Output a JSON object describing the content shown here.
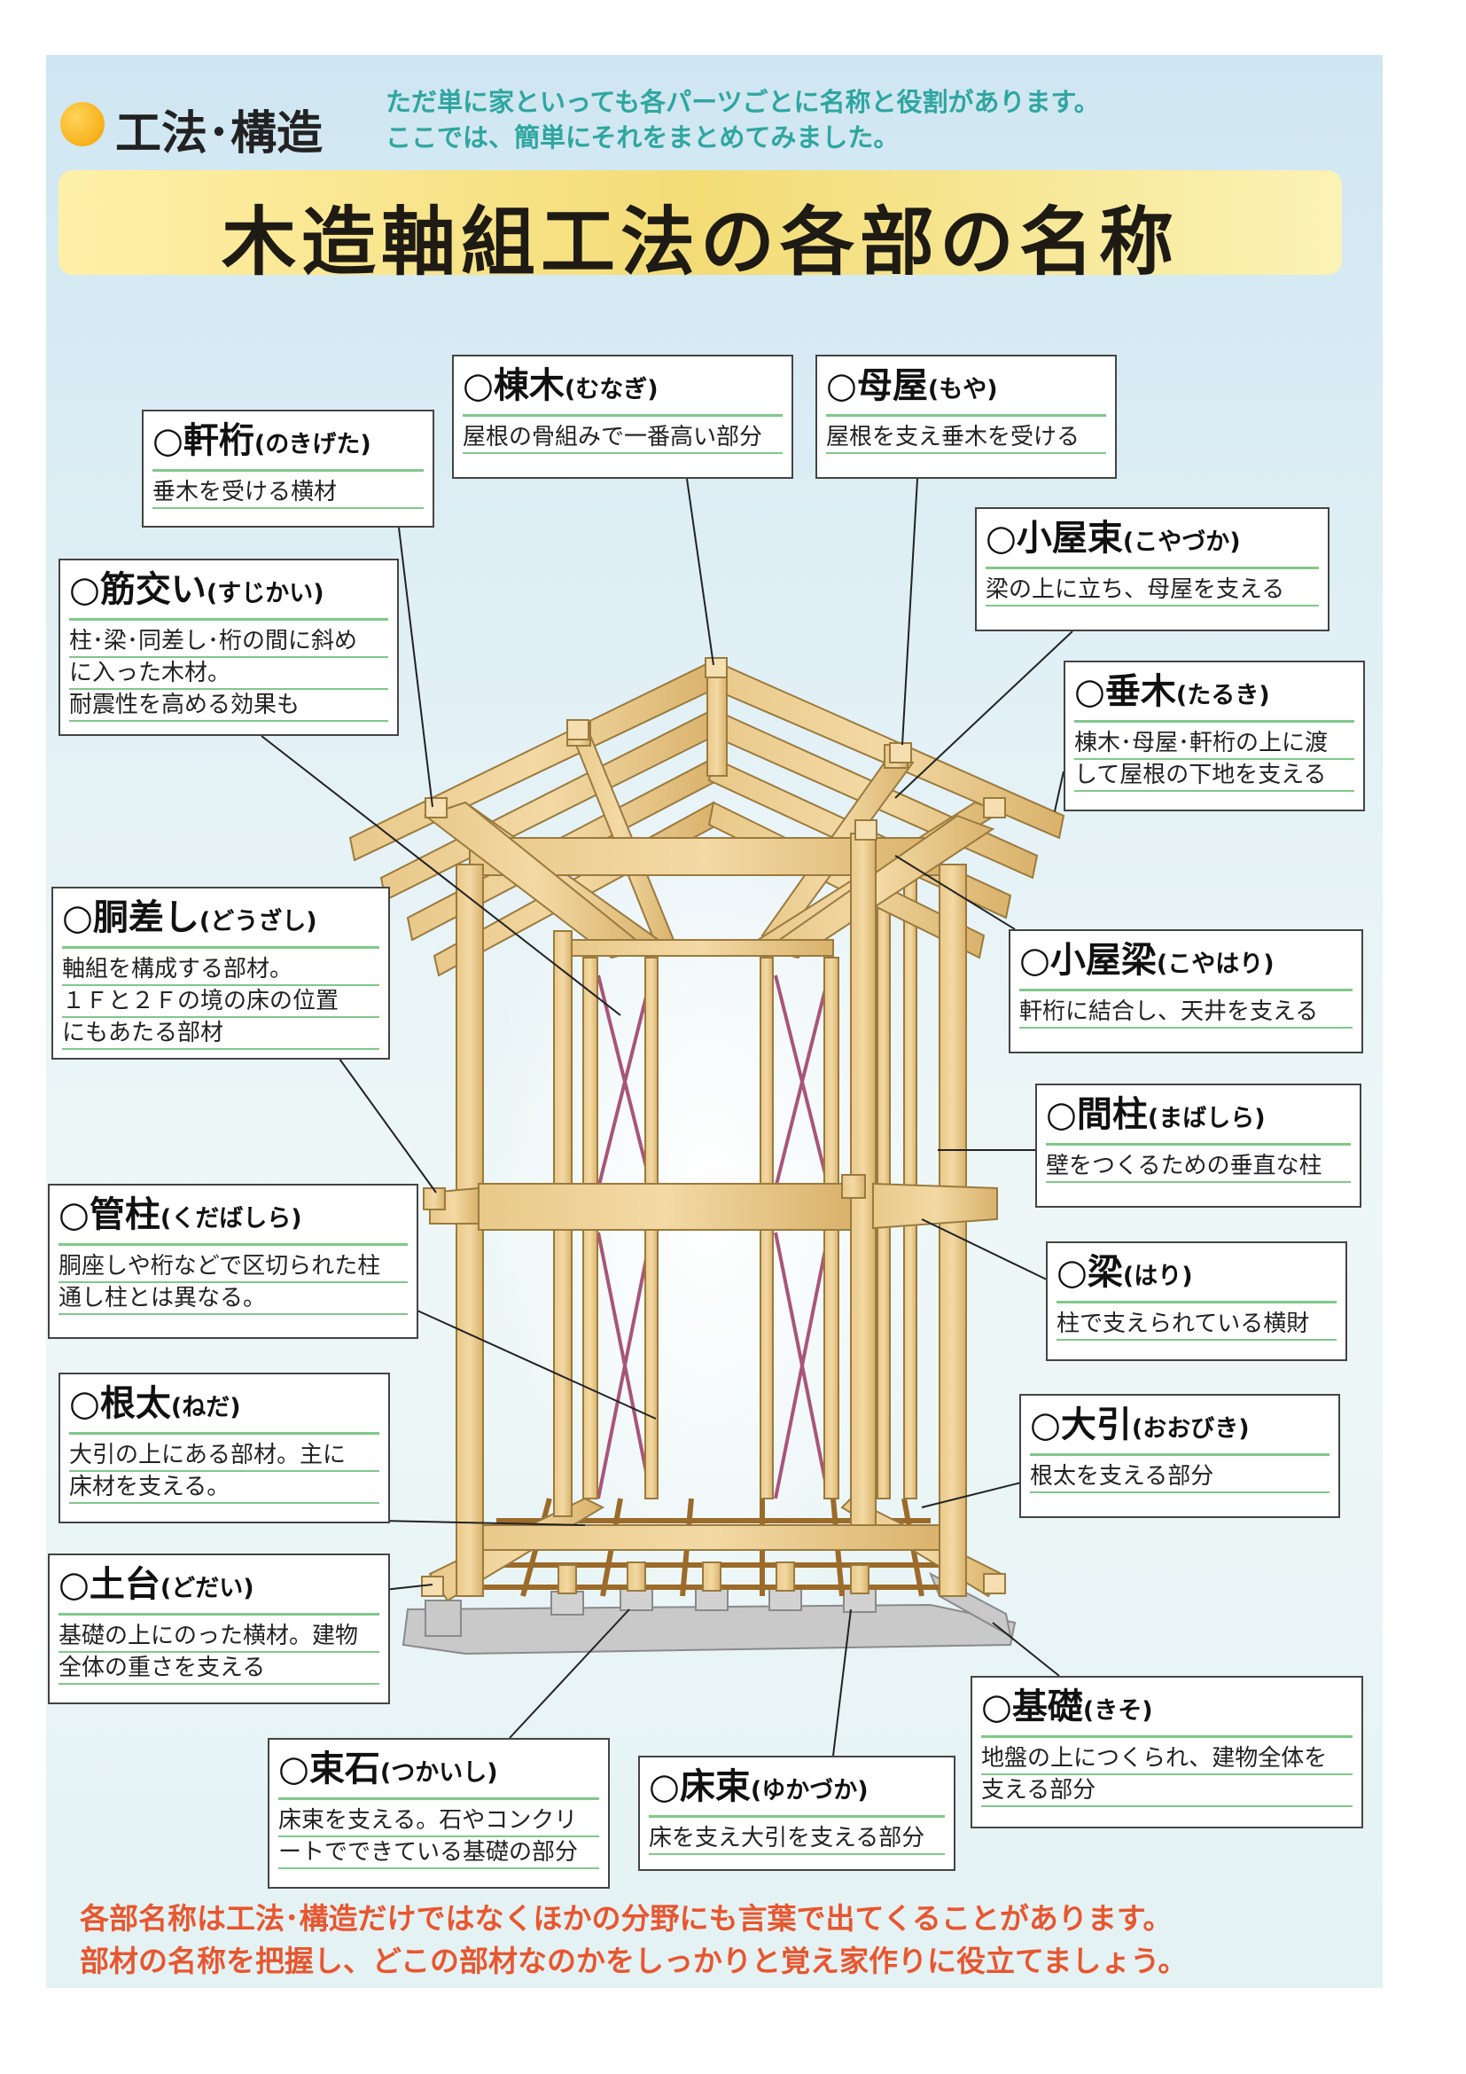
{
  "header": {
    "category": "工法･構造",
    "intro": [
      "ただ単に家といっても各パーツごとに名称と役割があります。",
      "ここでは、簡単にそれをまとめてみました。"
    ],
    "title": "木造軸組工法の各部の名称"
  },
  "parts": {
    "nokigeta": {
      "name": "○軒桁",
      "reading": "(のきげた)",
      "desc": [
        "垂木を受ける横材"
      ]
    },
    "munagi": {
      "name": "○棟木",
      "reading": "(むなぎ)",
      "desc": [
        "屋根の骨組みで一番高い部分"
      ]
    },
    "moya": {
      "name": "○母屋",
      "reading": "(もや)",
      "desc": [
        "屋根を支え垂木を受ける"
      ]
    },
    "koyazuka": {
      "name": "○小屋束",
      "reading": "(こやづか)",
      "desc": [
        "梁の上に立ち、母屋を支える"
      ]
    },
    "sujikai": {
      "name": "○筋交い",
      "reading": "(すじかい)",
      "desc": [
        "柱･梁･同差し･桁の間に斜め",
        "に入った木材。",
        "耐震性を高める効果も"
      ]
    },
    "taruki": {
      "name": "○垂木",
      "reading": "(たるき)",
      "desc": [
        "棟木･母屋･軒桁の上に渡",
        "して屋根の下地を支える"
      ]
    },
    "dousashi": {
      "name": "○胴差し",
      "reading": "(どうざし)",
      "desc": [
        "軸組を構成する部材。",
        "１Ｆと２Ｆの境の床の位置",
        "にもあたる部材"
      ]
    },
    "koyabari": {
      "name": "○小屋梁",
      "reading": "(こやはり)",
      "desc": [
        "軒桁に結合し、天井を支える"
      ]
    },
    "mabashira": {
      "name": "○間柱",
      "reading": "(まばしら)",
      "desc": [
        "壁をつくるための垂直な柱"
      ]
    },
    "kudabashira": {
      "name": "○管柱",
      "reading": "(くだばしら)",
      "desc": [
        "胴座しや桁などで区切られた柱",
        "通し柱とは異なる。"
      ]
    },
    "hari": {
      "name": "○梁",
      "reading": "(はり)",
      "desc": [
        "柱で支えられている横財"
      ]
    },
    "neda": {
      "name": "○根太",
      "reading": "(ねだ)",
      "desc": [
        "大引の上にある部材。主に",
        "床材を支える。"
      ]
    },
    "oobiki": {
      "name": "○大引",
      "reading": "(おおびき)",
      "desc": [
        "根太を支える部分"
      ]
    },
    "dodai": {
      "name": "○土台",
      "reading": "(どだい)",
      "desc": [
        "基礎の上にのった横材。建物",
        "全体の重さを支える"
      ]
    },
    "kiso": {
      "name": "○基礎",
      "reading": "(きそ)",
      "desc": [
        "地盤の上につくられ、建物全体を",
        "支える部分"
      ]
    },
    "tsukaishi": {
      "name": "○束石",
      "reading": "(つかいし)",
      "desc": [
        "床束を支える。石やコンクリ",
        "ートでできている基礎の部分"
      ]
    },
    "yukazuka": {
      "name": "○床束",
      "reading": "(ゆかづか)",
      "desc": [
        "床を支え大引を支える部分"
      ]
    }
  },
  "footer": [
    "各部名称は工法･構造だけではなくほかの分野にも言葉で出てくることがあります。",
    "部材の名称を把握し、どこの部材なのかをしっかりと覚え家作りに役立てましょう。"
  ]
}
